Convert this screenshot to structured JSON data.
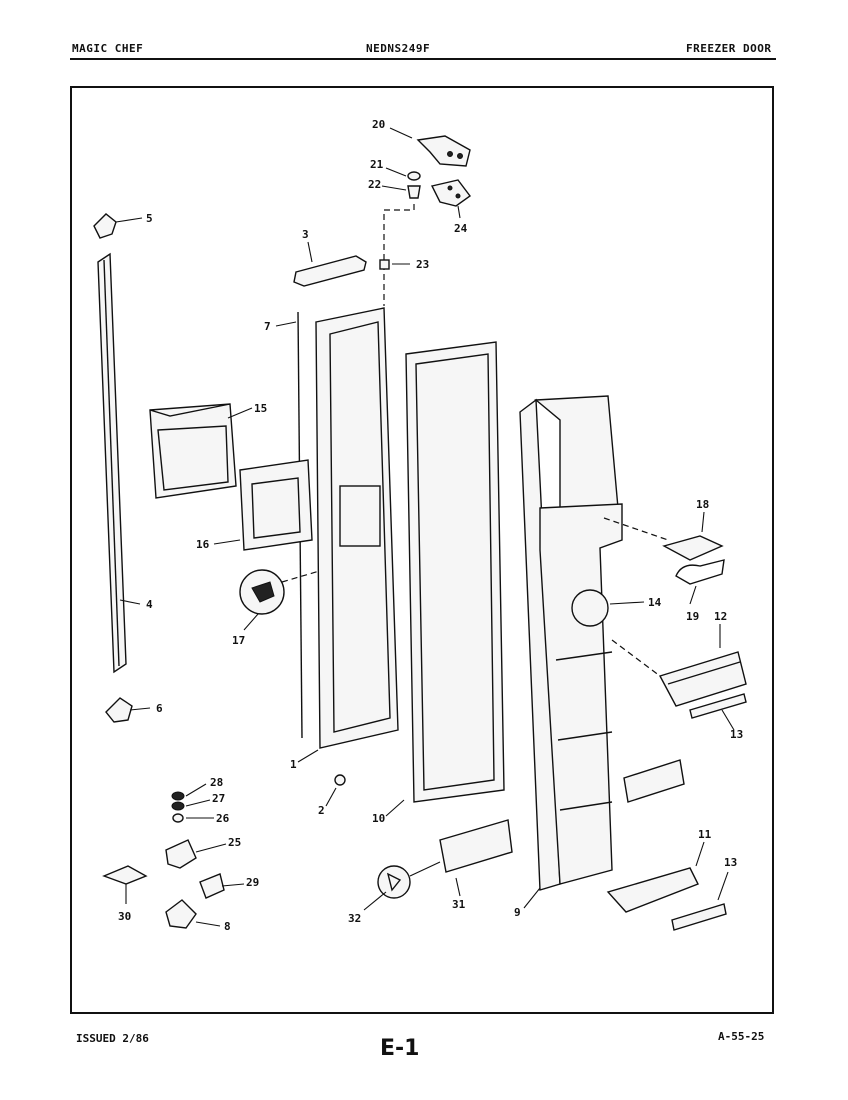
{
  "header": {
    "brand": "MAGIC CHEF",
    "model": "NEDNS249F",
    "section": "FREEZER DOOR"
  },
  "footer": {
    "issued": "ISSUED 2/86",
    "page": "E-1",
    "ref": "A-55-25"
  },
  "callouts": [
    "1",
    "2",
    "3",
    "4",
    "5",
    "6",
    "7",
    "8",
    "9",
    "10",
    "11",
    "12",
    "13",
    "13",
    "14",
    "15",
    "16",
    "17",
    "18",
    "19",
    "20",
    "21",
    "22",
    "23",
    "24",
    "25",
    "26",
    "27",
    "28",
    "29",
    "30",
    "31",
    "32"
  ]
}
